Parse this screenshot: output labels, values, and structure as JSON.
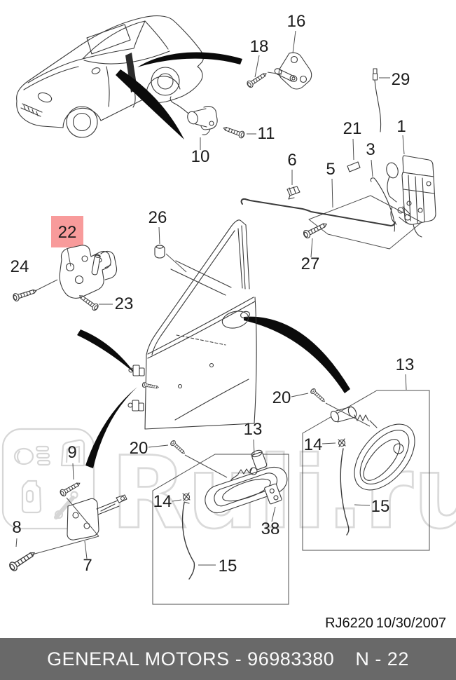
{
  "diagram": {
    "watermark": "Ruli.ru",
    "reference_code": "RJ6220",
    "reference_date": "10/30/2007",
    "highlight_color": "#f89b9b",
    "highlight_text_color": "#8e3538",
    "callouts": {
      "c16": "16",
      "c18": "18",
      "c29": "29",
      "c11": "11",
      "c10": "10",
      "c21": "21",
      "c3": "3",
      "c1": "1",
      "c6": "6",
      "c5": "5",
      "c27": "27",
      "c26": "26",
      "c22": "22",
      "c24": "24",
      "c23": "23",
      "c20a": "20",
      "c13r": "13",
      "c14r": "14",
      "c15r": "15",
      "c13m": "13",
      "c20b": "20",
      "c14m": "14",
      "c38": "38",
      "c15m": "15",
      "c9": "9",
      "c8": "8",
      "c7": "7"
    }
  },
  "footer": {
    "left": "GENERAL MOTORS - 96983380",
    "right": "N - 22"
  }
}
